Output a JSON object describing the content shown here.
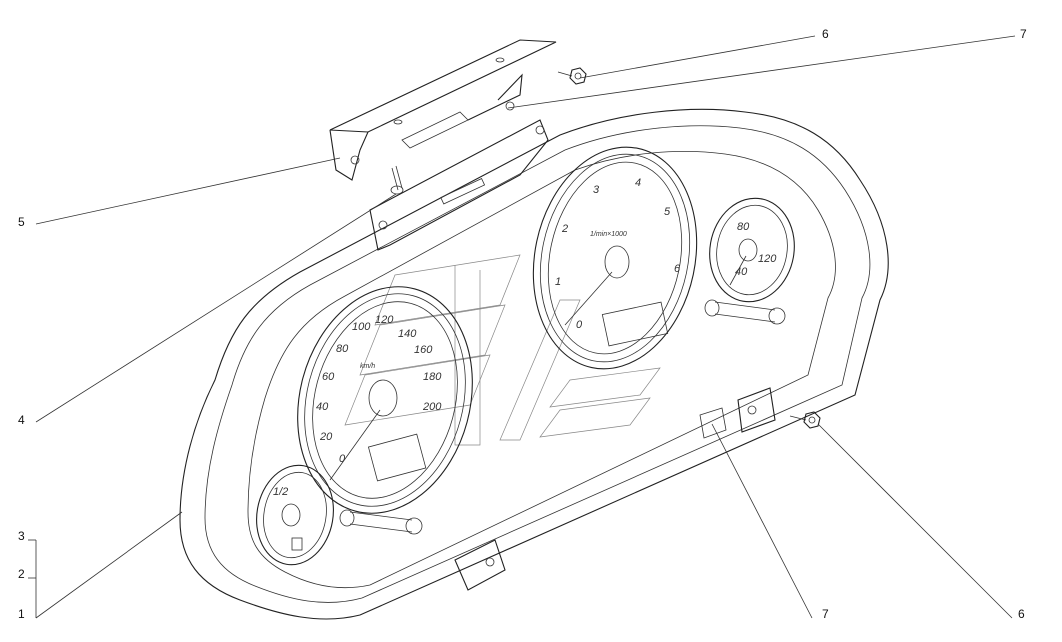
{
  "callouts": {
    "c6_top": "6",
    "c7_top": "7",
    "c5": "5",
    "c4": "4",
    "c3": "3",
    "c2": "2",
    "c1": "1",
    "c7_bottom": "7",
    "c6_bottom": "6"
  },
  "speedometer": {
    "unit": "km/h",
    "ticks": [
      "0",
      "20",
      "40",
      "60",
      "80",
      "100",
      "120",
      "140",
      "160",
      "180",
      "200"
    ]
  },
  "tachometer": {
    "unit": "1/min×1000",
    "ticks": [
      "0",
      "1",
      "2",
      "3",
      "4",
      "5",
      "6"
    ]
  },
  "fuel_gauge": {
    "half_label": "1/2"
  },
  "temp_gauge": {
    "ticks": [
      "40",
      "80",
      "120"
    ]
  }
}
